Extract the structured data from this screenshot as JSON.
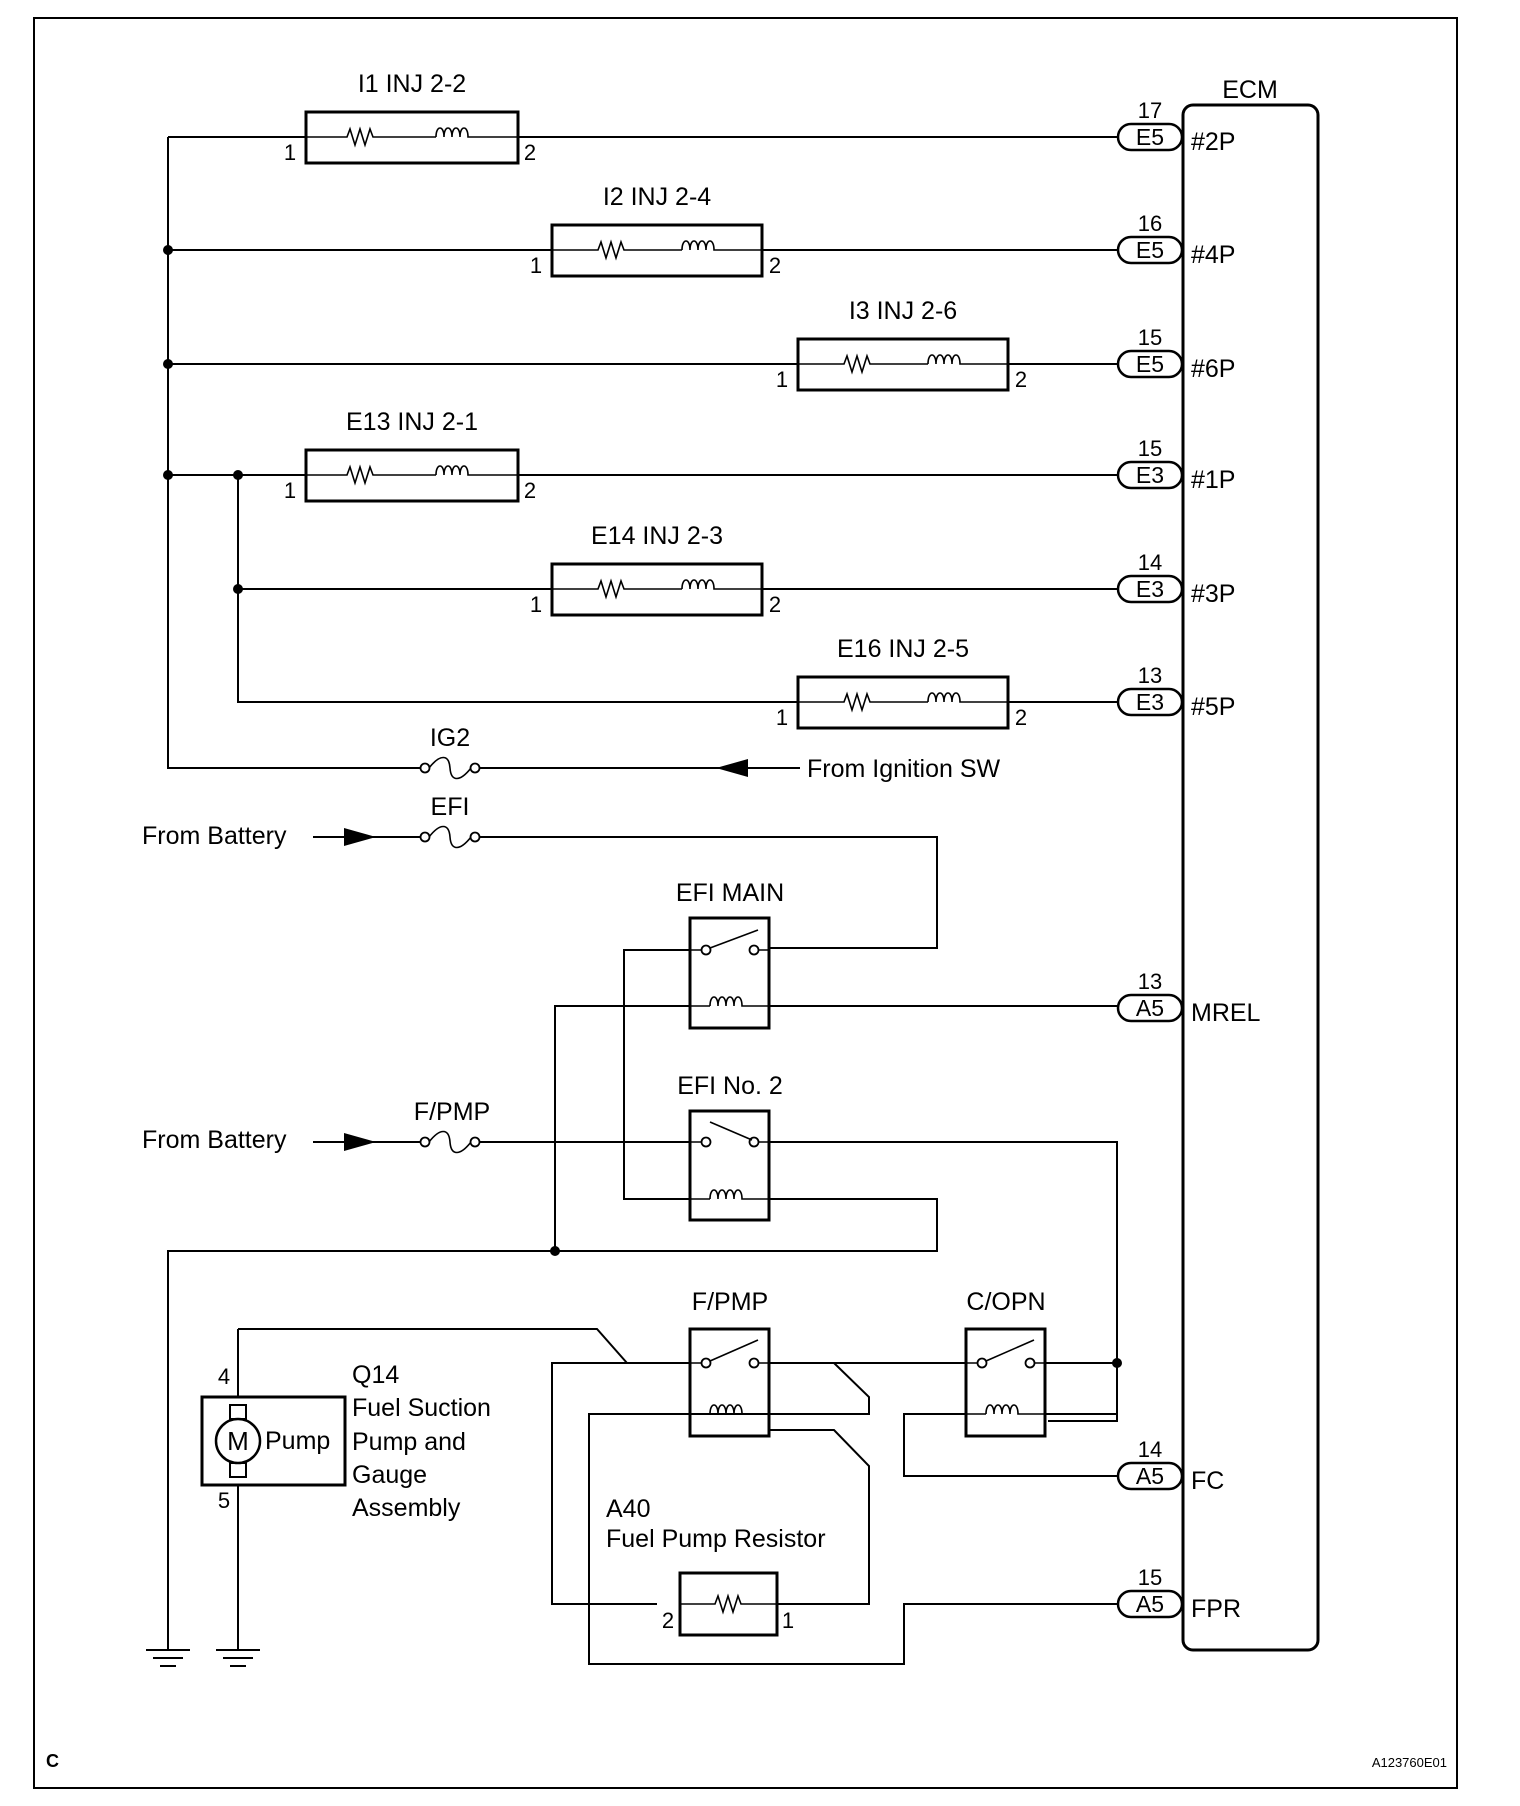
{
  "ecm": {
    "label": "ECM",
    "terminals": [
      {
        "pin": "17",
        "connector": "E5",
        "signal": "#2P"
      },
      {
        "pin": "16",
        "connector": "E5",
        "signal": "#4P"
      },
      {
        "pin": "15",
        "connector": "E5",
        "signal": "#6P"
      },
      {
        "pin": "15",
        "connector": "E3",
        "signal": "#1P"
      },
      {
        "pin": "14",
        "connector": "E3",
        "signal": "#3P"
      },
      {
        "pin": "13",
        "connector": "E3",
        "signal": "#5P"
      },
      {
        "pin": "13",
        "connector": "A5",
        "signal": "MREL"
      },
      {
        "pin": "14",
        "connector": "A5",
        "signal": "FC"
      },
      {
        "pin": "15",
        "connector": "A5",
        "signal": "FPR"
      }
    ]
  },
  "injectors": [
    {
      "name": "I1 INJ 2-2",
      "pin_in": "1",
      "pin_out": "2"
    },
    {
      "name": "I2 INJ 2-4",
      "pin_in": "1",
      "pin_out": "2"
    },
    {
      "name": "I3 INJ 2-6",
      "pin_in": "1",
      "pin_out": "2"
    },
    {
      "name": "E13 INJ 2-1",
      "pin_in": "1",
      "pin_out": "2"
    },
    {
      "name": "E14 INJ 2-3",
      "pin_in": "1",
      "pin_out": "2"
    },
    {
      "name": "E16 INJ 2-5",
      "pin_in": "1",
      "pin_out": "2"
    }
  ],
  "fuses": {
    "ig2": "IG2",
    "efi": "EFI",
    "fpmp": "F/PMP"
  },
  "sources": {
    "ignition": "From Ignition SW",
    "battery_1": "From Battery",
    "battery_2": "From Battery"
  },
  "relays": {
    "efi_main": "EFI MAIN",
    "efi_no2": "EFI No. 2",
    "fpmp": "F/PMP",
    "copn": "C/OPN"
  },
  "pump": {
    "id": "Q14",
    "line1": "Fuel Suction",
    "line2": "Pump and",
    "line3": "Gauge",
    "line4": "Assembly",
    "motor_symbol": "M",
    "motor_label": "Pump",
    "pin_top": "4",
    "pin_bottom": "5"
  },
  "resistor": {
    "id": "A40",
    "name": "Fuel Pump Resistor",
    "pin_left": "2",
    "pin_right": "1"
  },
  "footer": {
    "corner": "C",
    "code": "A123760E01"
  }
}
